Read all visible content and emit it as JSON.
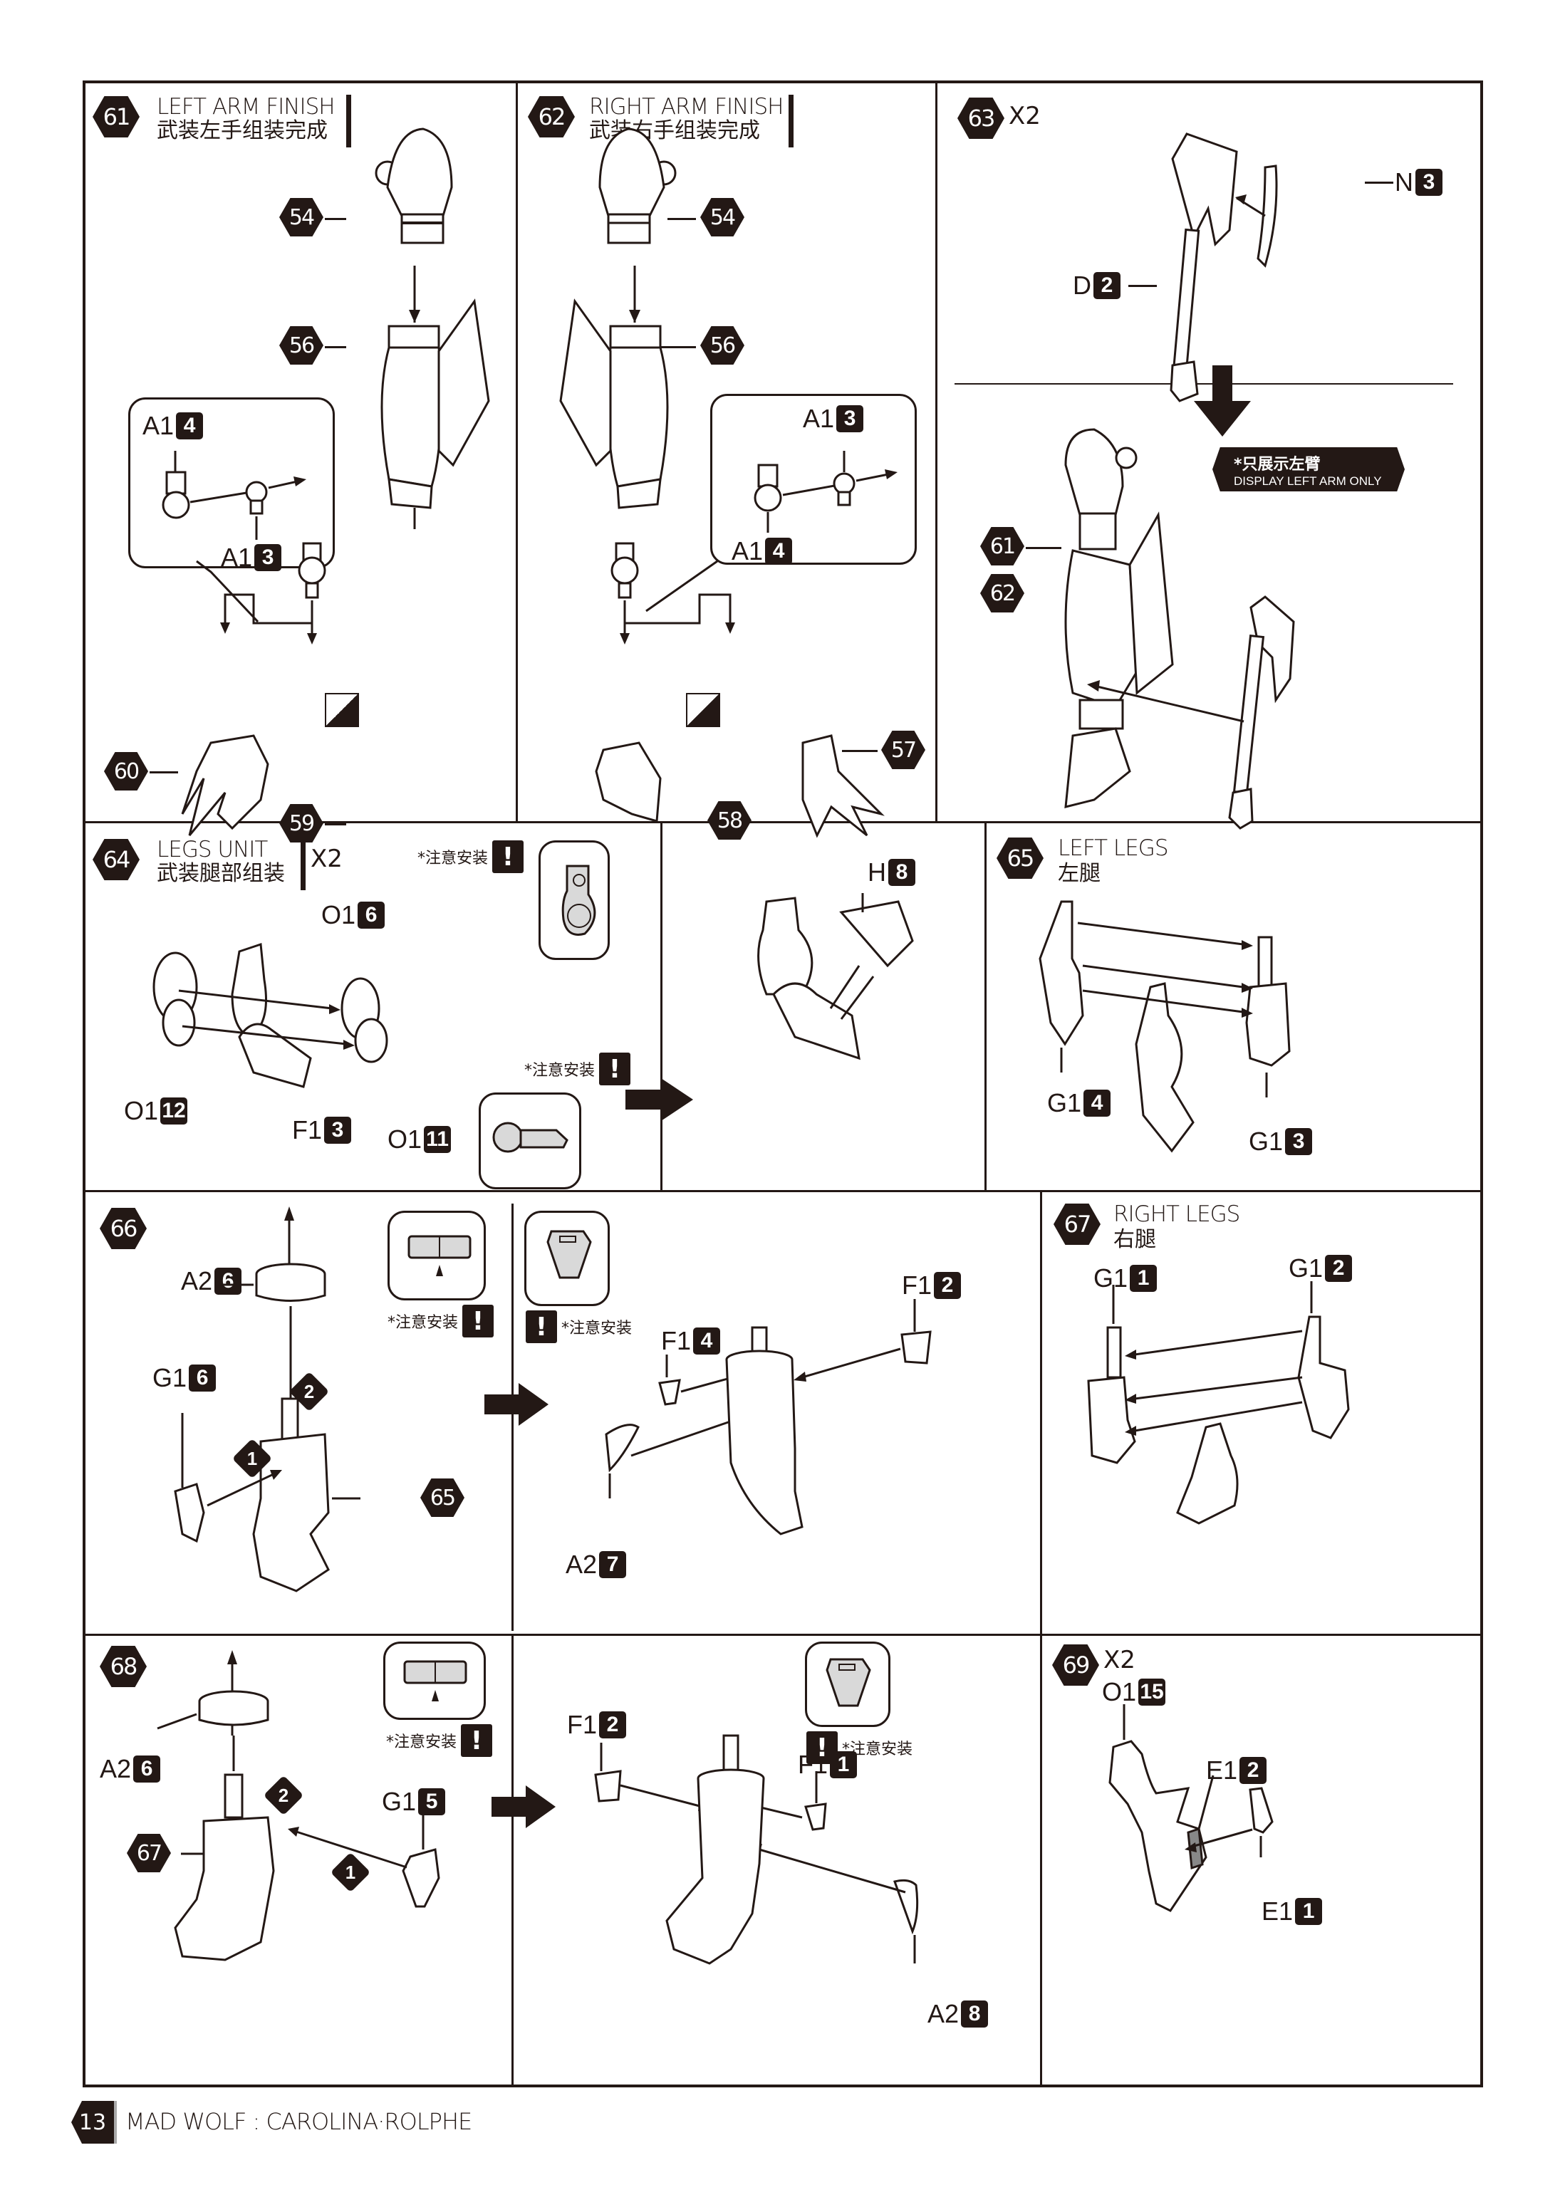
{
  "page": {
    "number": "13",
    "title": "MAD WOLF : CAROLINA·ROLPHE"
  },
  "caution_text": "*注意安装",
  "caution_icon": "exclamation-icon",
  "steps": {
    "s61": {
      "number": "61",
      "title_en": "LEFT ARM FINISH",
      "title_zh": "武装左手组装完成",
      "parts": [
        {
          "ref": "54"
        },
        {
          "ref": "56"
        },
        {
          "ref": "60"
        },
        {
          "ref": "59"
        }
      ],
      "inset": [
        {
          "runner": "A1",
          "num": "4"
        },
        {
          "runner": "A1",
          "num": "3"
        }
      ],
      "icon": "choose-one-icon"
    },
    "s62": {
      "number": "62",
      "title_en": "RIGHT ARM FINISH",
      "title_zh": "武装右手组装完成",
      "parts": [
        {
          "ref": "54"
        },
        {
          "ref": "56"
        },
        {
          "ref": "58"
        },
        {
          "ref": "57"
        }
      ],
      "inset": [
        {
          "runner": "A1",
          "num": "3"
        },
        {
          "runner": "A1",
          "num": "4"
        }
      ],
      "icon": "choose-one-icon"
    },
    "s63": {
      "number": "63",
      "multiplier": "X2",
      "parts": [
        {
          "runner": "N",
          "num": "3"
        },
        {
          "runner": "D",
          "num": "2"
        }
      ],
      "refs": [
        "61",
        "62"
      ],
      "callout_zh": "*只展示左臂",
      "callout_en": "DISPLAY LEFT ARM ONLY"
    },
    "s64": {
      "number": "64",
      "title_en": "LEGS UNIT",
      "title_zh": "武装腿部组装",
      "multiplier": "X2",
      "parts": [
        {
          "runner": "O1",
          "num": "6"
        },
        {
          "runner": "O1",
          "num": "12"
        },
        {
          "runner": "F1",
          "num": "3"
        },
        {
          "runner": "O1",
          "num": "11"
        },
        {
          "runner": "H",
          "num": "8"
        }
      ]
    },
    "s65": {
      "number": "65",
      "title_en": "LEFT LEGS",
      "title_zh": "左腿",
      "parts": [
        {
          "runner": "G1",
          "num": "4"
        },
        {
          "runner": "G1",
          "num": "3"
        }
      ]
    },
    "s66": {
      "number": "66",
      "parts": [
        {
          "runner": "A2",
          "num": "6"
        },
        {
          "runner": "G1",
          "num": "6"
        },
        {
          "runner": "F1",
          "num": "2"
        },
        {
          "runner": "F1",
          "num": "4"
        },
        {
          "runner": "A2",
          "num": "7"
        }
      ],
      "ref": "65",
      "order": [
        "1",
        "2"
      ]
    },
    "s67": {
      "number": "67",
      "title_en": "RIGHT LEGS",
      "title_zh": "右腿",
      "parts": [
        {
          "runner": "G1",
          "num": "1"
        },
        {
          "runner": "G1",
          "num": "2"
        }
      ]
    },
    "s68": {
      "number": "68",
      "parts": [
        {
          "runner": "A2",
          "num": "6"
        },
        {
          "runner": "G1",
          "num": "5"
        },
        {
          "runner": "F1",
          "num": "2"
        },
        {
          "runner": "F1",
          "num": "1"
        },
        {
          "runner": "A2",
          "num": "8"
        }
      ],
      "ref": "67",
      "order": [
        "1",
        "2"
      ]
    },
    "s69": {
      "number": "69",
      "multiplier": "X2",
      "parts": [
        {
          "runner": "O1",
          "num": "15"
        },
        {
          "runner": "E1",
          "num": "2"
        },
        {
          "runner": "E1",
          "num": "1"
        }
      ]
    }
  }
}
